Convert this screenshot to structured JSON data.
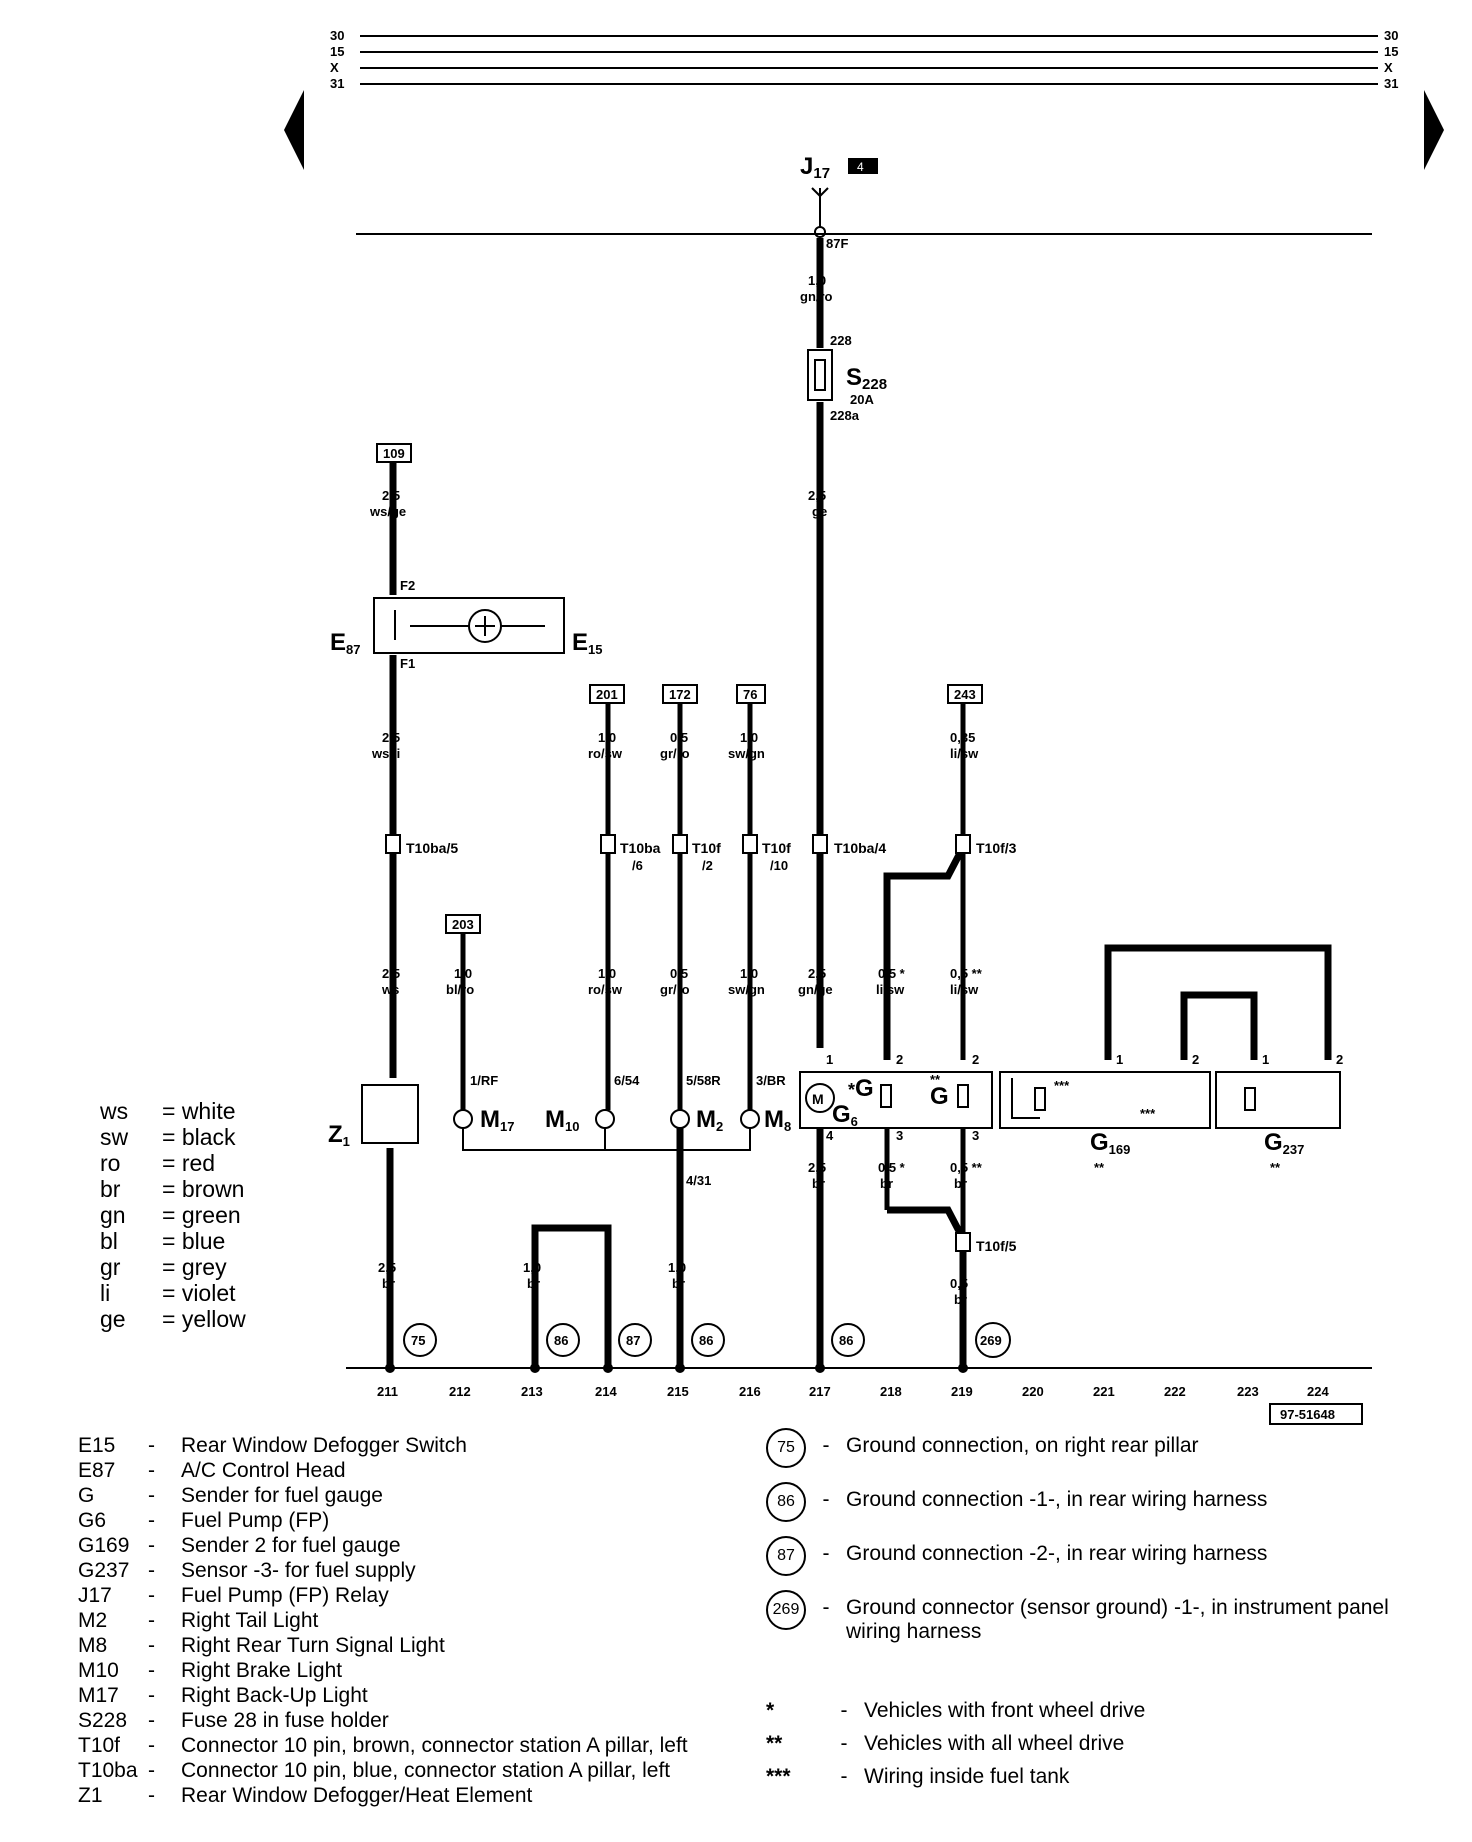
{
  "rails": {
    "left": [
      "30",
      "15",
      "X",
      "31"
    ],
    "right": [
      "30",
      "15",
      "X",
      "31"
    ]
  },
  "relay": {
    "label": "J",
    "sub": "17",
    "badge": "4",
    "terminal": "87F"
  },
  "fuse": {
    "wire_in": "1,0",
    "color_in": "gn/ro",
    "pin_in": "228",
    "label": "S",
    "sub": "228",
    "rating": "20A",
    "pin_out": "228a",
    "wire_out": "2,5",
    "color_out": "ge"
  },
  "refs": [
    "109",
    "201",
    "172",
    "76",
    "243",
    "203"
  ],
  "wires": {
    "w109": [
      "2,5",
      "ws/ge"
    ],
    "wE87out": [
      "2,5",
      "ws/li"
    ],
    "w201": [
      "1,0",
      "ro/sw"
    ],
    "w172": [
      "0,5",
      "gr/ro"
    ],
    "w76": [
      "1,0",
      "sw/gn"
    ],
    "w243": [
      "0,35",
      "li/sw"
    ],
    "w203": [
      "1,0",
      "bl/ro"
    ],
    "wZ1": [
      "2,5",
      "ws"
    ],
    "wM10": [
      "1,0",
      "ro/sw"
    ],
    "wM2": [
      "0,5",
      "gr/ro"
    ],
    "wM8": [
      "1,0",
      "sw/gn"
    ],
    "wG6": [
      "2,5",
      "gn/ge"
    ],
    "wGa": [
      "0,5 *",
      "li/sw"
    ],
    "wGb": [
      "0,5 **",
      "li/sw"
    ],
    "wG6b": [
      "2,5",
      "br"
    ],
    "wGc": [
      "0,5 *",
      "br"
    ],
    "wGd": [
      "0,5 **",
      "br"
    ],
    "wT5": [
      "0,5",
      "br"
    ],
    "wZ1b": [
      "2,5",
      "br"
    ],
    "w213": [
      "1,0",
      "br"
    ],
    "w215": [
      "1,0",
      "br"
    ]
  },
  "connectors": {
    "t10ba5": "T10ba/5",
    "t10ba6": "T10ba",
    "t10ba6b": "/6",
    "t10f2": "T10f",
    "t10f2b": "/2",
    "t10f10": "T10f",
    "t10f10b": "/10",
    "t10ba4": "T10ba/4",
    "t10f3": "T10f/3",
    "t10f5": "T10f/5"
  },
  "pins": {
    "f2": "F2",
    "f1": "F1",
    "rf": "1/RF",
    "p654": "6/54",
    "p558r": "5/58R",
    "p3br": "3/BR",
    "p431": "4/31",
    "g6p1": "1",
    "g6p4": "4",
    "gp2": "2",
    "gp3": "3",
    "gbp2": "2",
    "gbp3": "3",
    "g169p1": "1",
    "g169p2": "2",
    "g237p1": "1",
    "g237p2": "2"
  },
  "components": {
    "e87": "E",
    "e87sub": "87",
    "e15": "E",
    "e15sub": "15",
    "z1": "Z",
    "z1sub": "1",
    "m17": "M",
    "m17sub": "17",
    "m10": "M",
    "m10sub": "10",
    "m2": "M",
    "m2sub": "2",
    "m8": "M",
    "m8sub": "8",
    "g6": "G",
    "g6sub": "6",
    "g": "G",
    "g169": "G",
    "g169sub": "169",
    "g237": "G",
    "g237sub": "237",
    "star1": "*",
    "star2": "**",
    "star3": "***",
    "star3b": "***",
    "g169stars": "**",
    "g237stars": "**"
  },
  "grounds": [
    "75",
    "86",
    "87",
    "86",
    "86",
    "269"
  ],
  "tracks": [
    "211",
    "212",
    "213",
    "214",
    "215",
    "216",
    "217",
    "218",
    "219",
    "220",
    "221",
    "222",
    "223",
    "224"
  ],
  "figure_id": "97-51648",
  "color_legend": [
    {
      "abbr": "ws",
      "name": "= white"
    },
    {
      "abbr": "sw",
      "name": "= black"
    },
    {
      "abbr": "ro",
      "name": "= red"
    },
    {
      "abbr": "br",
      "name": "= brown"
    },
    {
      "abbr": "gn",
      "name": "= green"
    },
    {
      "abbr": "bl",
      "name": "= blue"
    },
    {
      "abbr": "gr",
      "name": "= grey"
    },
    {
      "abbr": "li",
      "name": "= violet"
    },
    {
      "abbr": "ge",
      "name": "= yellow"
    }
  ],
  "component_legend": [
    {
      "code": "E15",
      "dash": "-",
      "desc": "Rear Window Defogger Switch"
    },
    {
      "code": "E87",
      "dash": "-",
      "desc": "A/C Control Head"
    },
    {
      "code": "G",
      "dash": "-",
      "desc": "Sender for fuel gauge"
    },
    {
      "code": "G6",
      "dash": "-",
      "desc": "Fuel Pump (FP)"
    },
    {
      "code": "G169",
      "dash": "-",
      "desc": "Sender 2 for fuel gauge"
    },
    {
      "code": "G237",
      "dash": "-",
      "desc": "Sensor -3- for fuel supply"
    },
    {
      "code": "J17",
      "dash": "-",
      "desc": "Fuel Pump (FP) Relay"
    },
    {
      "code": "M2",
      "dash": "-",
      "desc": "Right Tail Light"
    },
    {
      "code": "M8",
      "dash": "-",
      "desc": "Right Rear Turn Signal Light"
    },
    {
      "code": "M10",
      "dash": "-",
      "desc": "Right Brake Light"
    },
    {
      "code": "M17",
      "dash": "-",
      "desc": "Right Back-Up Light"
    },
    {
      "code": "S228",
      "dash": "-",
      "desc": "Fuse 28 in fuse holder"
    },
    {
      "code": "T10f",
      "dash": "-",
      "desc": "Connector 10 pin, brown, connector station A pillar, left"
    },
    {
      "code": "T10ba",
      "dash": "-",
      "desc": "Connector 10 pin, blue, connector station A pillar, left"
    },
    {
      "code": "Z1",
      "dash": "-",
      "desc": "Rear Window Defogger/Heat Element"
    }
  ],
  "ground_legend": [
    {
      "num": "75",
      "dash": "-",
      "desc": "Ground connection, on right rear pillar"
    },
    {
      "num": "86",
      "dash": "-",
      "desc": "Ground connection -1-, in rear wiring harness"
    },
    {
      "num": "87",
      "dash": "-",
      "desc": "Ground connection -2-, in rear wiring harness"
    },
    {
      "num": "269",
      "dash": "-",
      "desc": "Ground connector (sensor ground) -1-, in instrument panel wiring harness"
    }
  ],
  "notes": [
    {
      "sym": "*",
      "dash": "-",
      "desc": "Vehicles with front wheel drive"
    },
    {
      "sym": "**",
      "dash": "-",
      "desc": "Vehicles with all wheel drive"
    },
    {
      "sym": "***",
      "dash": "-",
      "desc": "Wiring inside fuel tank"
    }
  ]
}
